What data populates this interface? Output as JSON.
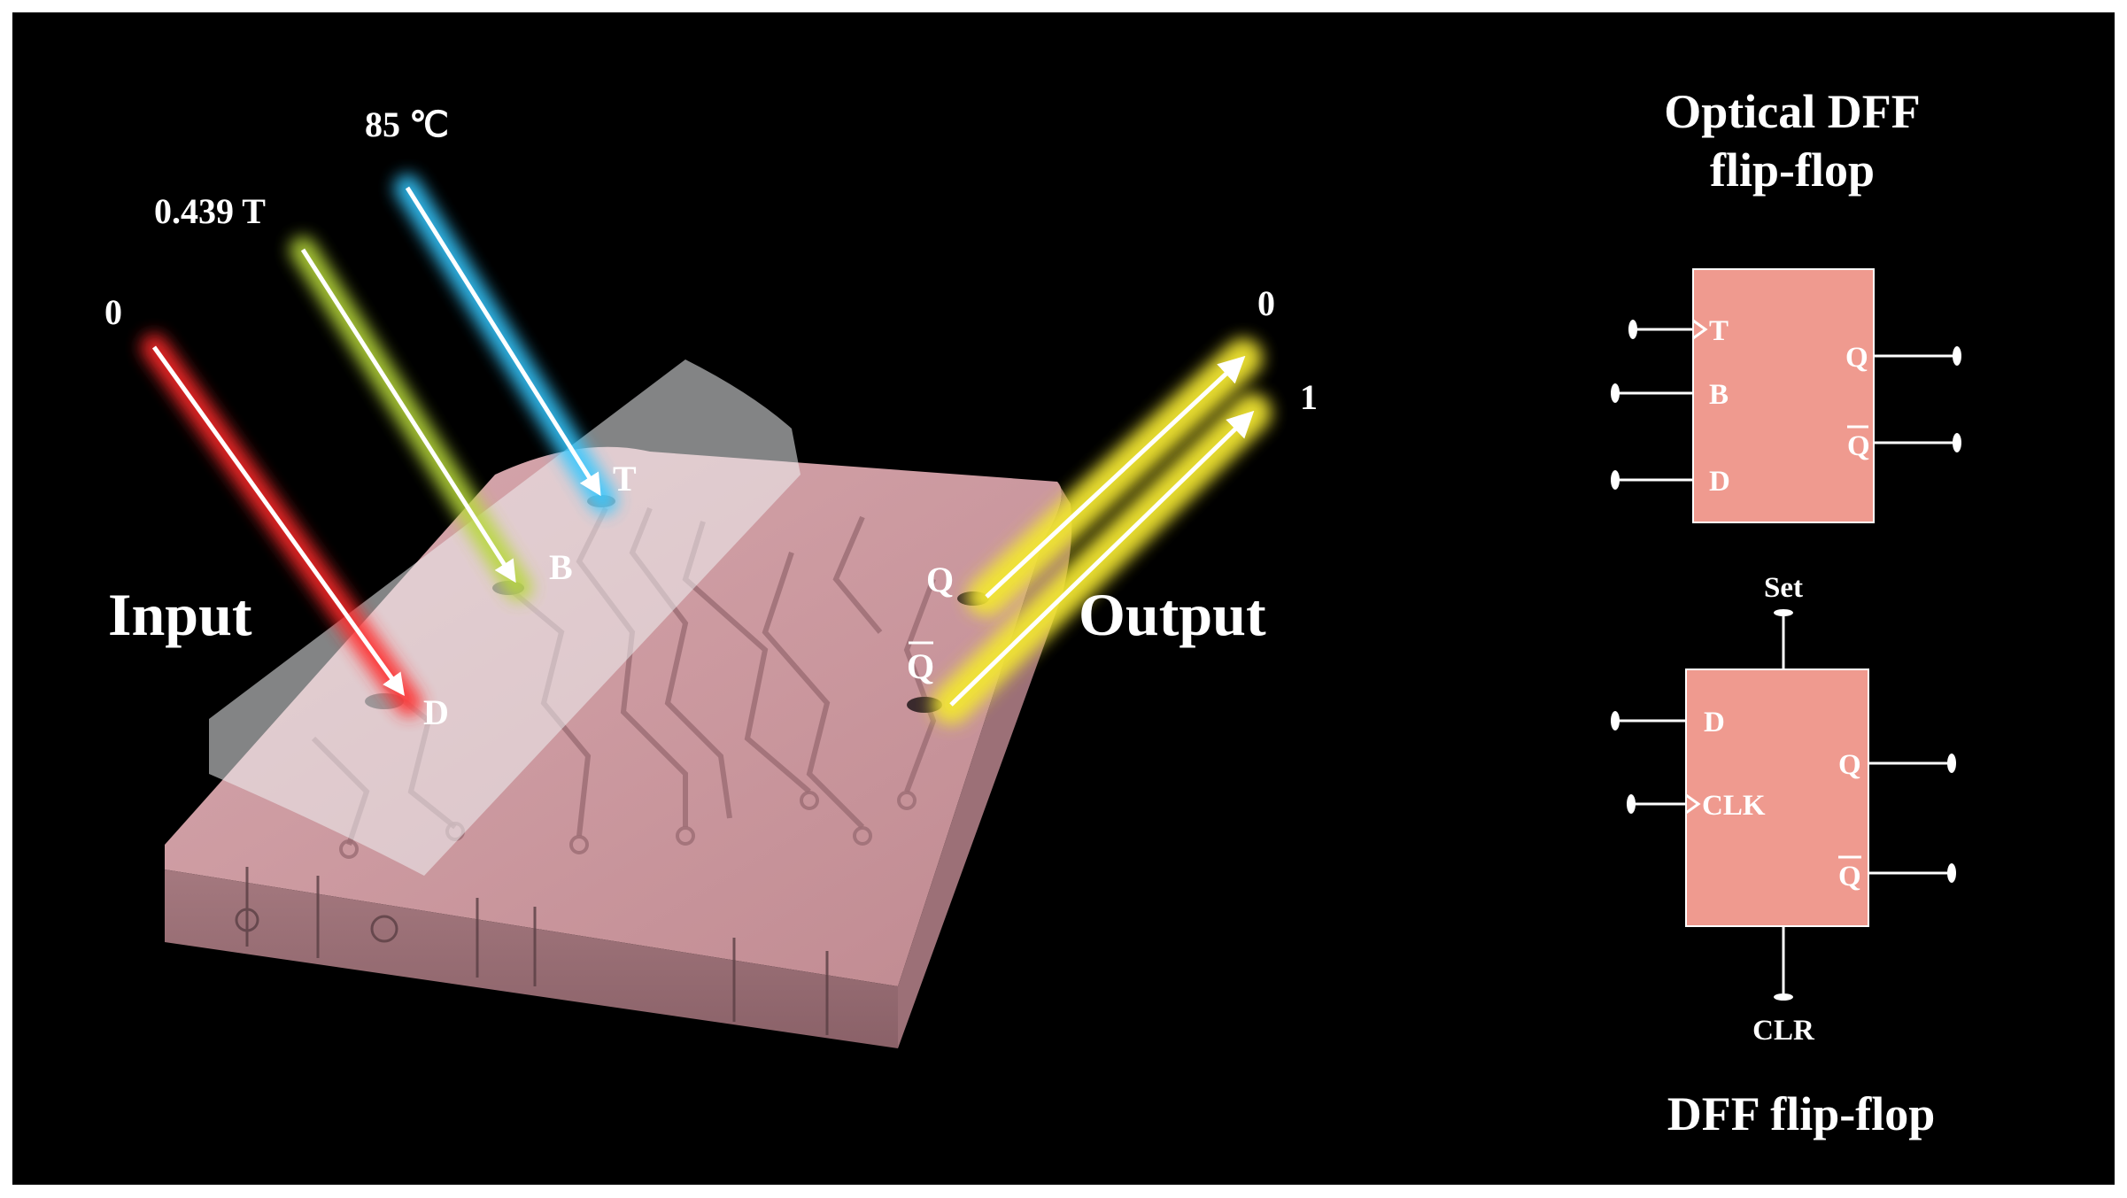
{
  "inputs": {
    "d_value": "0",
    "b_value": "0.439 T",
    "t_value": "85 ℃",
    "caption": "Input"
  },
  "chip_ports": {
    "t": "T",
    "b": "B",
    "d": "D",
    "q": "Q",
    "qbar": "Q"
  },
  "outputs": {
    "q_value": "0",
    "qbar_value": "1",
    "caption": "Output"
  },
  "optical_dff": {
    "title_line1": "Optical DFF",
    "title_line2": "flip-flop",
    "pins": {
      "t": "T",
      "b": "B",
      "d": "D",
      "q": "Q",
      "qbar": "Q"
    }
  },
  "dff": {
    "title": "DFF flip-flop",
    "pins": {
      "d": "D",
      "clk": "CLK",
      "q": "Q",
      "qbar": "Q",
      "set": "Set",
      "clr": "CLR"
    }
  },
  "colors": {
    "background": "#000000",
    "chip": "#c9949a",
    "box": "#ef9a8f",
    "beam_red": "#ff2a2a",
    "beam_green": "#b7d83a",
    "beam_cyan": "#36c8ff",
    "beam_yellow": "#f2e632"
  }
}
